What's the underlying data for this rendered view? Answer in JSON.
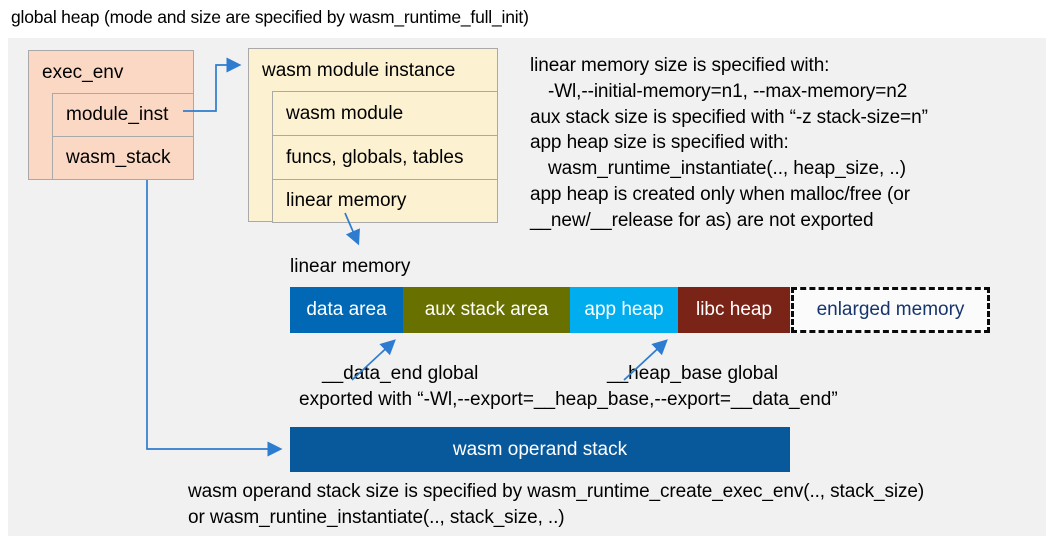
{
  "title": "global heap (mode and size are specified by wasm_runtime_full_init)",
  "exec_env_box": {
    "header": "exec_env",
    "rows": [
      {
        "label": "module_inst"
      },
      {
        "label": "wasm_stack"
      }
    ]
  },
  "module_instance_box": {
    "header": "wasm module instance",
    "rows": [
      {
        "label": "wasm module"
      },
      {
        "label": "funcs, globals, tables"
      },
      {
        "label": "linear memory"
      }
    ]
  },
  "notes": {
    "lines": [
      {
        "text": "linear memory size is specified with:"
      },
      {
        "text": "-Wl,--initial-memory=n1, --max-memory=n2"
      },
      {
        "text": "aux stack size is specified with “-z stack-size=n”"
      },
      {
        "text": "app heap size is specified with:"
      },
      {
        "text": "wasm_runtime_instantiate(.., heap_size, ..)"
      },
      {
        "text": "app heap is created only when malloc/free (or"
      },
      {
        "text": "__new/__release for as) are not exported"
      }
    ]
  },
  "linear_memory": {
    "label": "linear memory",
    "segments": [
      {
        "label": "data area",
        "color": "#0068b5"
      },
      {
        "label": "aux stack area",
        "color": "#687000"
      },
      {
        "label": "app heap",
        "color": "#00aeef"
      },
      {
        "label": "libc heap",
        "color": "#7a2418"
      },
      {
        "label": "enlarged memory",
        "color": "#fbfbfb",
        "text_color": "#16356d",
        "border_style": "dashed"
      }
    ]
  },
  "globals": {
    "data_end_label": "__data_end global",
    "heap_base_label": "__heap_base global",
    "exported_line": "exported with “-Wl,--export=__heap_base,--export=__data_end”"
  },
  "operand_stack": {
    "label": "wasm operand stack",
    "color": "#08599c"
  },
  "footer_lines": [
    "wasm operand stack size is specified by wasm_runtime_create_exec_env(.., stack_size)",
    "or wasm_runtine_instantiate(.., stack_size, ..)"
  ],
  "colors": {
    "panel_background": "#f1f1f1",
    "exec_env_fill": "#fbd8c4",
    "module_instance_fill": "#fcf1d1",
    "box_border": "#a9a9a9",
    "arrow_blue": "#2e7cd0"
  }
}
